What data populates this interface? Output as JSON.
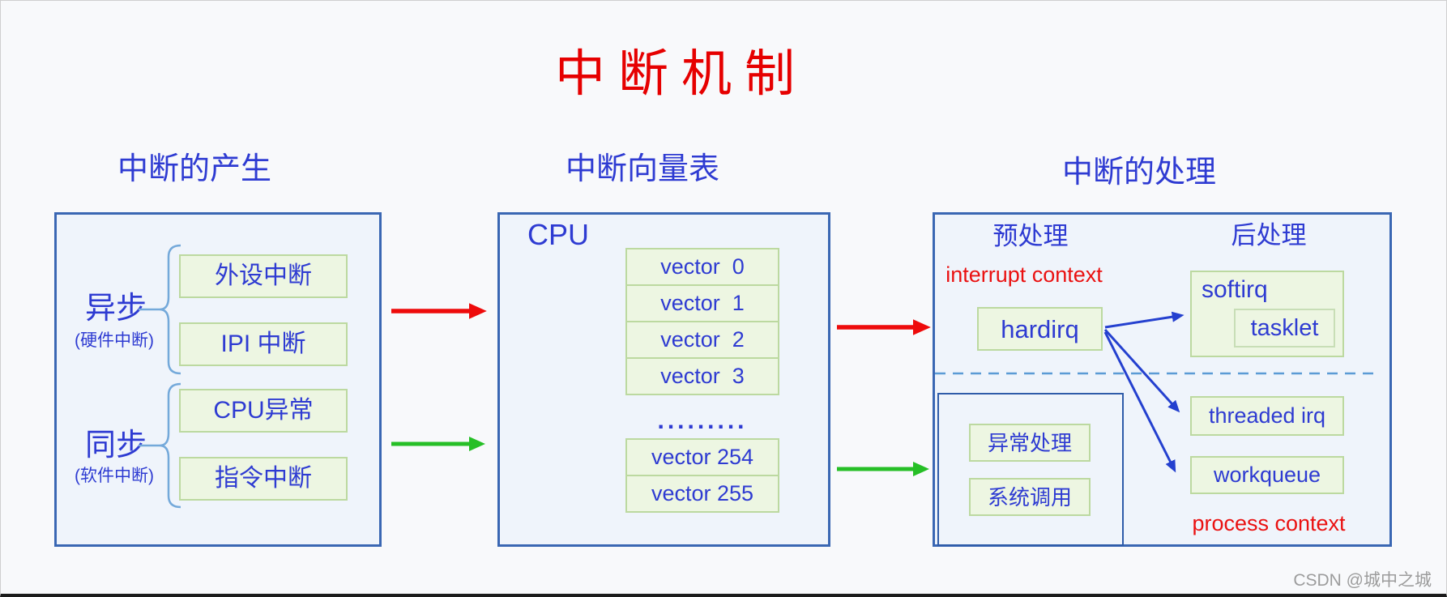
{
  "title": "中断机制",
  "watermark": "CSDN @城中之城",
  "colors": {
    "title_red": "#e60000",
    "text_blue": "#2e3bd2",
    "panel_border_blue": "#3a67b3",
    "green_box_bg": "#edf6e2",
    "green_box_border": "#bcd9a0",
    "arrow_red": "#ee0b0b",
    "arrow_green": "#26bf26",
    "arrow_blue": "#2440cf",
    "brace_blue": "#74a9da",
    "dashed_blue": "#5b9bd5",
    "context_red": "#ea1111",
    "watermark_gray": "#9c9c9c"
  },
  "generation": {
    "header": "中断的产生",
    "async_label": "异步",
    "async_sublabel": "(硬件中断)",
    "async_items": [
      "外设中断",
      "IPI 中断"
    ],
    "sync_label": "同步",
    "sync_sublabel": "(软件中断)",
    "sync_items": [
      "CPU异常",
      "指令中断"
    ]
  },
  "vector_table": {
    "header": "中断向量表",
    "cpu_label": "CPU",
    "vectors_top": [
      "vector  0",
      "vector  1",
      "vector  2",
      "vector  3"
    ],
    "ellipsis": ".........",
    "vectors_bottom": [
      "vector 254",
      "vector 255"
    ]
  },
  "handling": {
    "header": "中断的处理",
    "pre_label": "预处理",
    "post_label": "后处理",
    "interrupt_context": "interrupt context",
    "hardirq": "hardirq",
    "softirq": "softirq",
    "tasklet": "tasklet",
    "threaded_irq": "threaded irq",
    "workqueue": "workqueue",
    "exception_handling": "异常处理",
    "system_call": "系统调用",
    "process_context": "process context"
  }
}
